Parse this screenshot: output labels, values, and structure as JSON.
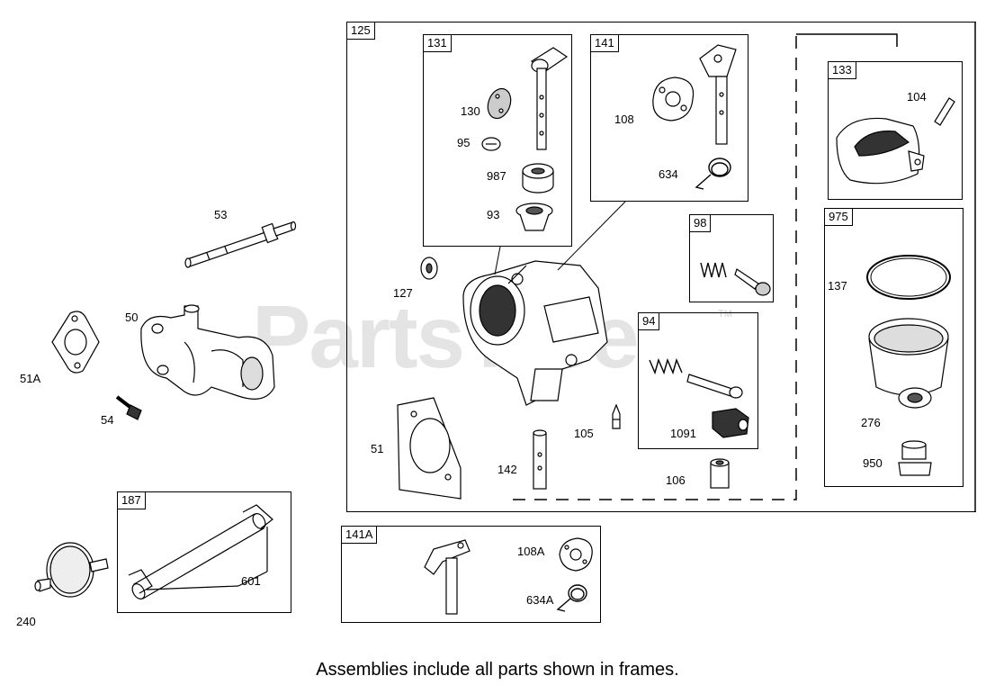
{
  "watermark": {
    "text": "PartsTree",
    "trademark": "TM"
  },
  "caption": "Assemblies include all parts shown in frames.",
  "frames": {
    "f125": "125",
    "f131": "131",
    "f141": "141",
    "f133": "133",
    "f98": "98",
    "f975": "975",
    "f94": "94",
    "f187": "187",
    "f141a": "141A"
  },
  "labels": {
    "p53": "53",
    "p50": "50",
    "p51a": "51A",
    "p54": "54",
    "p240": "240",
    "p601": "601",
    "p130": "130",
    "p95": "95",
    "p987": "987",
    "p93": "93",
    "p108": "108",
    "p634": "634",
    "p104": "104",
    "p137": "137",
    "p276": "276",
    "p950": "950",
    "p127": "127",
    "p51": "51",
    "p142": "142",
    "p105": "105",
    "p106": "106",
    "p1091": "1091",
    "p108a": "108A",
    "p634a": "634A"
  }
}
